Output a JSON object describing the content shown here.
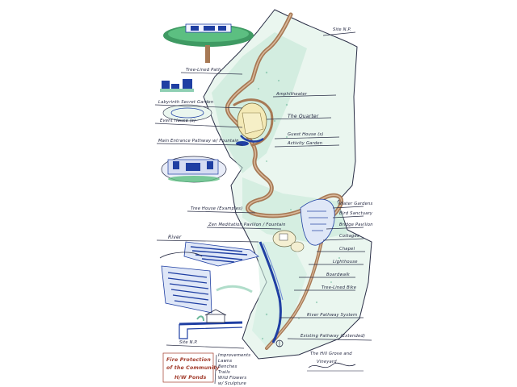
{
  "sketch": {
    "labels": {
      "top_right": "Site N.P.",
      "tree_lined_path": "Tree-Lined Path",
      "amphitheater": "Amphitheater",
      "labyrinth": "Labyrinth Secret Garden",
      "event_house_top": "Event House (s)",
      "the_quarter": "The Quarter",
      "guest_house": "Guest House (s)",
      "activity_garden": "Activity Garden",
      "main_entrance": "Main Entrance Pathway w/ Fountain",
      "tree_house": "Tree House (Examples)",
      "pavilion": "Zen Meditation Pavilion / Fountain",
      "river": "River",
      "water_gardens": "Water Gardens",
      "right_2": "Bird Sanctuary",
      "right_3": "Bridge Pavilion",
      "right_4": "Cottages",
      "right_5": "Chapel",
      "right_6": "Lighthouse",
      "right_7": "Boardwalk",
      "tree_lined_bike": "Tree-Lined Bike",
      "river_path": "River Pathway System",
      "existing_path": "Existing Pathway (Extended)",
      "site_no": "Site N.P.",
      "bottom_left_red_1": "Fire Protection",
      "bottom_left_red_2": "of the Community",
      "bottom_left_red_3": "H/W Ponds",
      "bottom_mid_1": "Improvements",
      "bottom_mid_2": "Lawns",
      "bottom_mid_3": "Benches",
      "bottom_mid_4": "Trails",
      "bottom_mid_5": "Wild Flowers",
      "bottom_mid_6": "w/ Sculpture",
      "signature_1": "The Hill Grove and",
      "signature_2": "Vineyard"
    }
  },
  "colors": {
    "path": "#a77955",
    "water": "#1f3fa3",
    "greenery": "#8fcfb3",
    "ink": "#1b1f3a",
    "red_ink": "#a13a2a"
  }
}
